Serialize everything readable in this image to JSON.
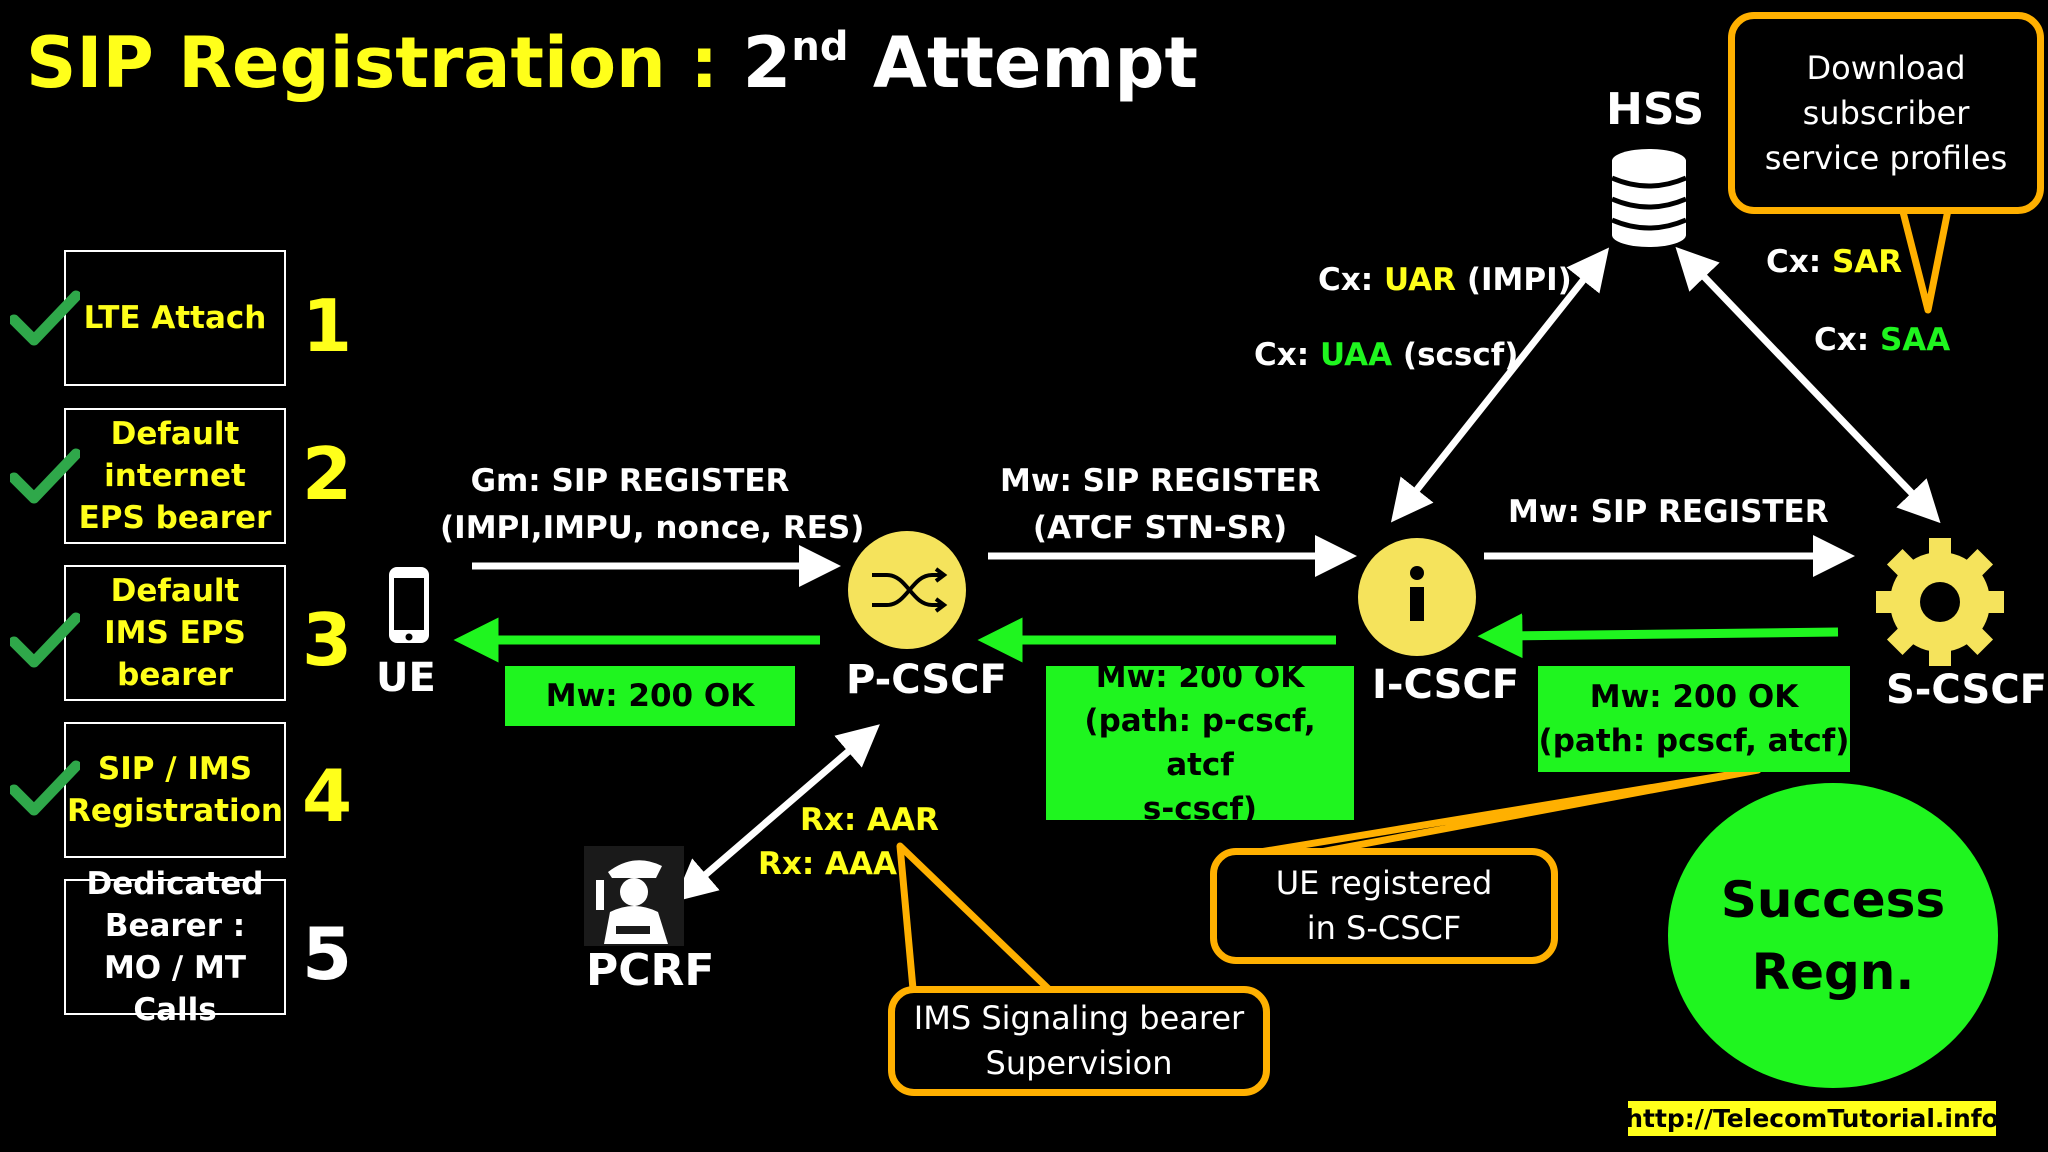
{
  "title": {
    "prefix": "SIP Registration : ",
    "num": "2",
    "sup": "nd",
    "suffix": " Attempt"
  },
  "steps": [
    {
      "label": "LTE Attach",
      "num": "1",
      "done": true
    },
    {
      "label": "Default internet EPS bearer",
      "num": "2",
      "done": true
    },
    {
      "label": "Default IMS EPS bearer",
      "num": "3",
      "done": true
    },
    {
      "label": "SIP / IMS Registration",
      "num": "4",
      "done": true
    },
    {
      "label": "Dedicated Bearer : MO / MT Calls",
      "num": "5",
      "done": false
    }
  ],
  "nodes": {
    "ue": "UE",
    "pcscf": "P-CSCF",
    "icscf": "I-CSCF",
    "scscf": "S-CSCF",
    "hss": "HSS",
    "pcrf": "PCRF"
  },
  "messages": {
    "gm_line1": "Gm: SIP REGISTER",
    "gm_line2": "(IMPI,IMPU, nonce, RES)",
    "mw1_line1": "Mw: SIP REGISTER",
    "mw1_line2": "(ATCF STN-SR)",
    "mw2": "Mw: SIP REGISTER",
    "ok1": "Mw: 200 OK",
    "ok2_line1": "Mw: 200 OK",
    "ok2_line2": "(path: p-cscf, atcf",
    "ok2_line3": "s-cscf)",
    "ok3_line1": "Mw: 200 OK",
    "ok3_line2": "(path: pcscf, atcf)",
    "cx_uar_prefix": "Cx: ",
    "cx_uar_name": "UAR",
    "cx_uar_suffix": " (IMPI)",
    "cx_uaa_prefix": "Cx: ",
    "cx_uaa_name": "UAA",
    "cx_uaa_suffix": " (scscf)",
    "cx_sar_prefix": "Cx: ",
    "cx_sar_name": "SAR",
    "cx_saa_prefix": "Cx: ",
    "cx_saa_name": "SAA",
    "rx_aar": "Rx: AAR",
    "rx_aaa": "Rx: AAA"
  },
  "callouts": {
    "download_1": "Download",
    "download_2": "subscriber",
    "download_3": "service profiles",
    "ue_reg_1": "UE registered",
    "ue_reg_2": "in S-CSCF",
    "ims_sig_1": "IMS Signaling bearer",
    "ims_sig_2": "Supervision"
  },
  "success_1": "Success",
  "success_2": "Regn.",
  "url": "http://TelecomTutorial.info",
  "colors": {
    "yellow": "#ffff1a",
    "green": "#1ff51f",
    "orange": "#ffb000"
  }
}
